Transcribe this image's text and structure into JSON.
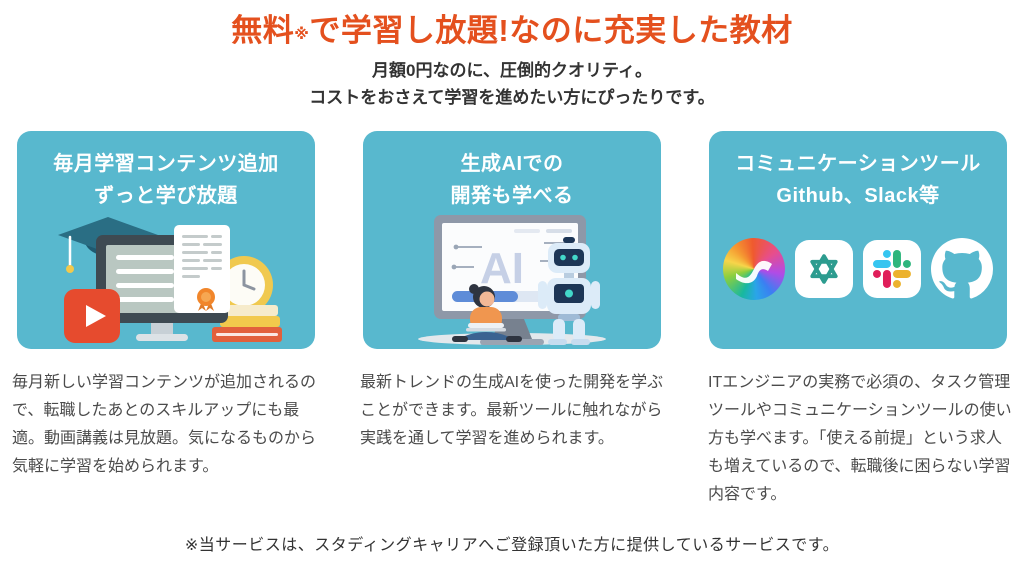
{
  "header": {
    "title_prefix": "無料",
    "title_note": "※",
    "title_suffix": "で学習し放題!なのに充実した教材",
    "subtitle_line1": "月額0円なのに、圧倒的クオリティ。",
    "subtitle_line2": "コストをおさえて学習を進めたい方にぴったりです。"
  },
  "cards": [
    {
      "title_line1": "毎月学習コンテンツ追加",
      "title_line2": "ずっと学び放題",
      "illustration": "learning-contents-illustration",
      "body": "毎月新しい学習コンテンツが追加されるので、転職したあとのスキルアップにも最適。動画講義は見放題。気になるものから気軽に学習を始められます。"
    },
    {
      "title_line1": "生成AIでの",
      "title_line2": "開発も学べる",
      "illustration": "generative-ai-illustration",
      "monitor_label": "AI",
      "body": "最新トレンドの生成AIを使った開発を学ぶことができます。最新ツールに触れながら実践を通して学習を進められます。"
    },
    {
      "title_line1": "コミュニケーションツール",
      "title_line2": "Github、Slack等",
      "icons": [
        "copilot-icon",
        "chatgpt-icon",
        "slack-icon",
        "github-icon"
      ],
      "body": "ITエンジニアの実務で必須の、タスク管理ツールやコミュニケーションツールの使い方も学べます。「使える前提」という求人も増えているので、転職後に困らない学習内容です。"
    }
  ],
  "footer": {
    "note": "※当サービスは、スタディングキャリアへご登録頂いた方に提供しているサービスです。"
  },
  "colors": {
    "accent_heading": "#E4501E",
    "card_background": "#58B8CE",
    "card_title_text": "#FFFFFF",
    "body_text": "#4B4B4B",
    "slack_blue": "#36C5F0",
    "slack_green": "#2EB67D",
    "slack_red": "#E01E5A",
    "slack_yellow": "#ECB22E",
    "openai_teal": "#2D9C8F",
    "github_white": "#FFFFFF"
  }
}
